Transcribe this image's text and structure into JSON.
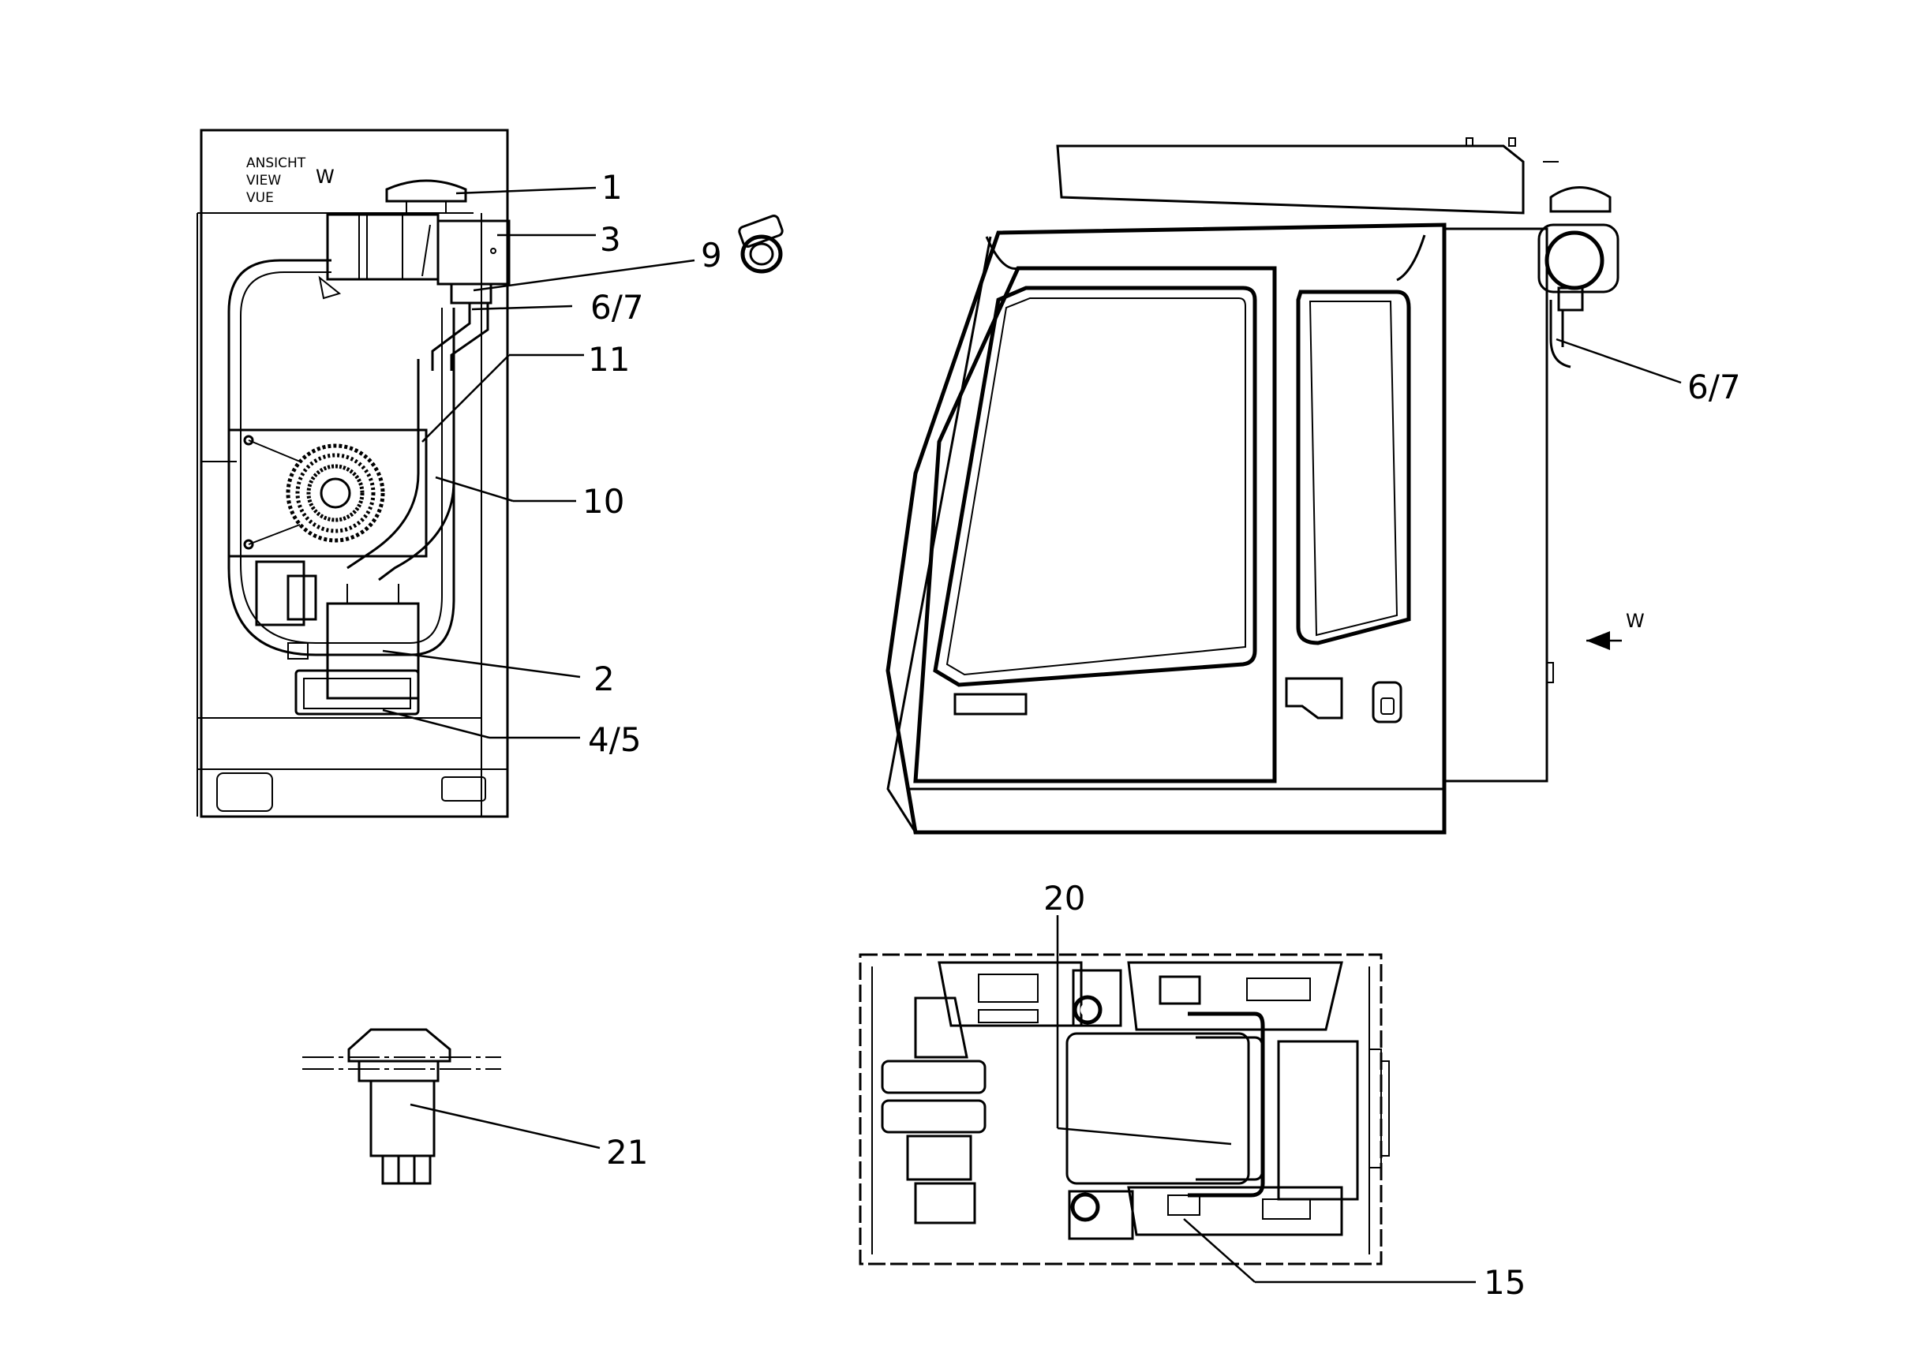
{
  "view_title": {
    "line1": "ANSICHT",
    "line2": "VIEW",
    "line3": "VUE",
    "view_letter": "W"
  },
  "view_arrow_letter": "W",
  "callouts": {
    "c1": "1",
    "c3": "3",
    "c9": "9",
    "c67_left": "6/7",
    "c11": "11",
    "c10": "10",
    "c2": "2",
    "c45": "4/5",
    "c67_right": "6/7",
    "c20": "20",
    "c21": "21",
    "c15": "15"
  }
}
